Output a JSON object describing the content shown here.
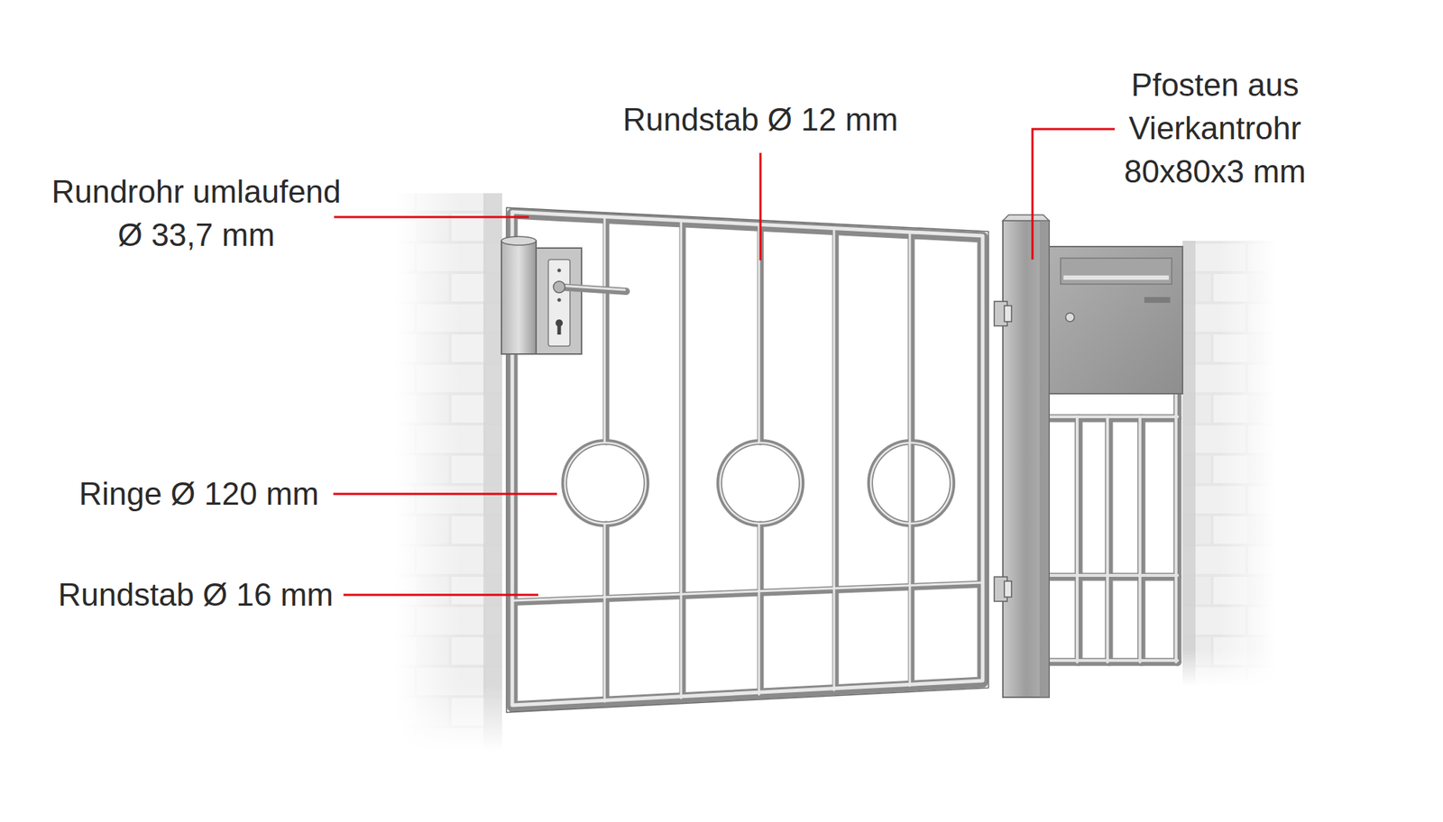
{
  "diagram": {
    "labels": [
      "Rundrohr umlaufend Ø 33,7 mm",
      "Rundstab Ø 12 mm",
      "Pfosten aus Vierkantrohr 80x80x3 mm",
      "Ringe Ø 120 mm",
      "Rundstab Ø 16 mm"
    ]
  }
}
